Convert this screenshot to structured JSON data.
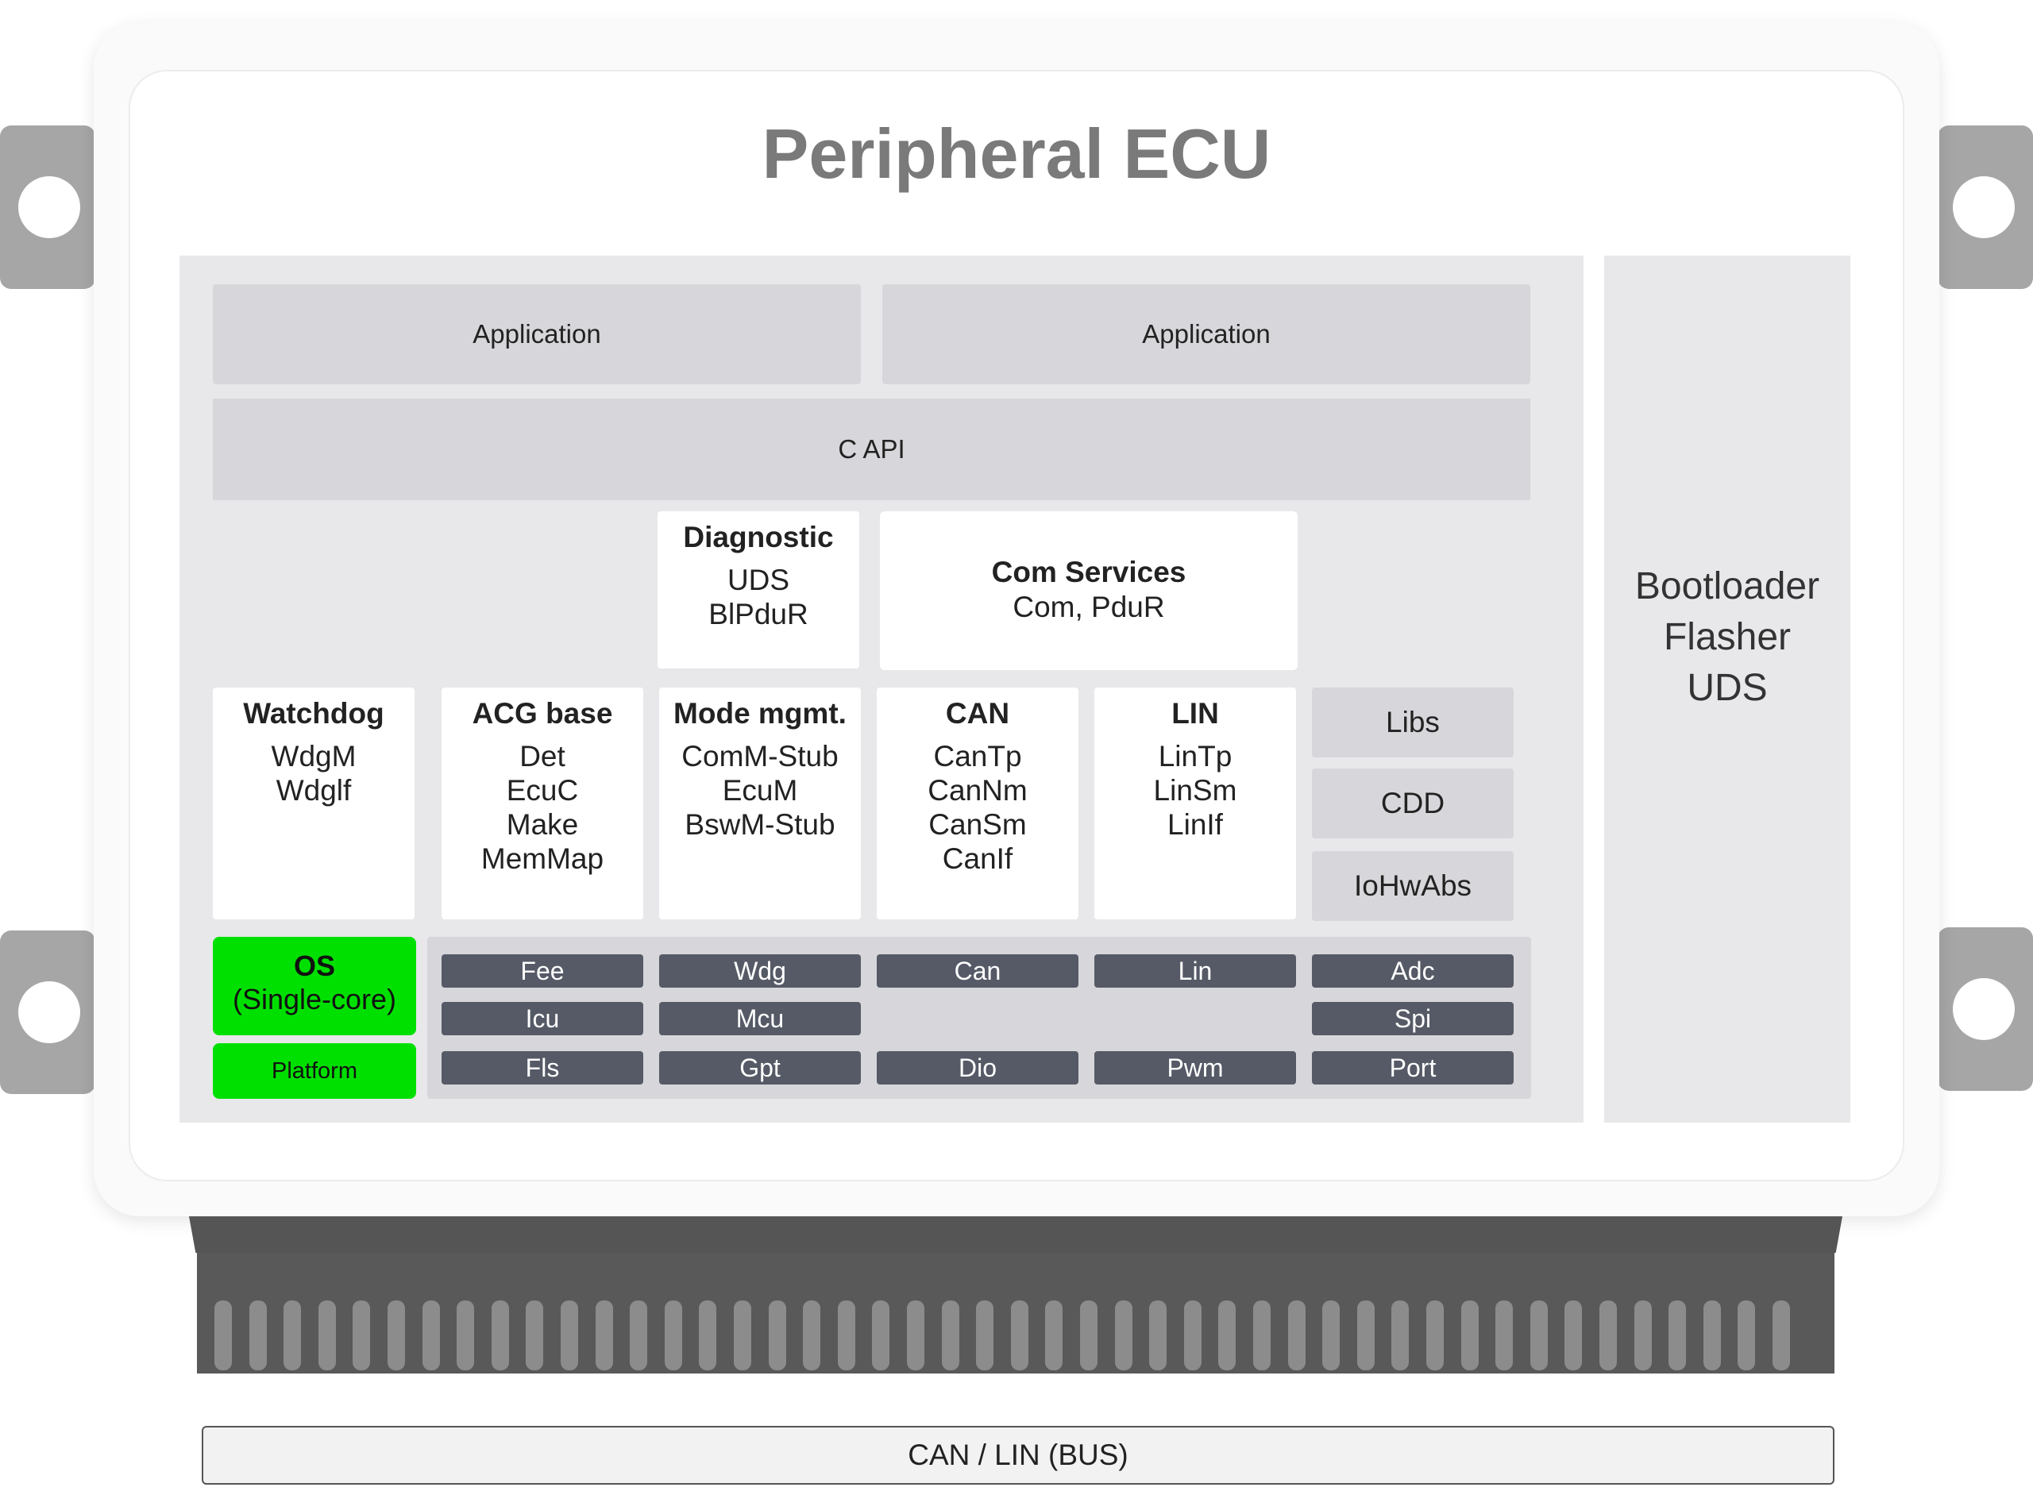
{
  "title": "Peripheral ECU",
  "applications": [
    "Application",
    "Application"
  ],
  "c_api": "C API",
  "diagnostic": {
    "title": "Diagnostic",
    "items": [
      "UDS",
      "BlPduR"
    ]
  },
  "com_services": {
    "title": "Com Services",
    "items": [
      "Com, PduR"
    ]
  },
  "modules": [
    {
      "title": "Watchdog",
      "items": [
        "WdgM",
        "Wdglf"
      ]
    },
    {
      "title": "ACG base",
      "items": [
        "Det",
        "EcuC",
        "Make",
        "MemMap"
      ]
    },
    {
      "title": "Mode mgmt.",
      "items": [
        "ComM-Stub",
        "EcuM",
        "BswM-Stub"
      ]
    },
    {
      "title": "CAN",
      "items": [
        "CanTp",
        "CanNm",
        "CanSm",
        "CanIf"
      ]
    },
    {
      "title": "LIN",
      "items": [
        "LinTp",
        "LinSm",
        "LinIf"
      ]
    }
  ],
  "side_boxes": [
    "Libs",
    "CDD",
    "IoHwAbs"
  ],
  "os": {
    "title": "OS",
    "subtitle": "(Single-core)"
  },
  "platform": "Platform",
  "mcal": {
    "row1": [
      "Fee",
      "Wdg",
      "Can",
      "Lin",
      "Adc"
    ],
    "row2": [
      "Icu",
      "Mcu",
      "Spi"
    ],
    "row3": [
      "Fls",
      "Gpt",
      "Dio",
      "Pwm",
      "Port"
    ]
  },
  "bootloader": [
    "Bootloader",
    "Flasher",
    "UDS"
  ],
  "bus": "CAN / LIN (BUS)",
  "colors": {
    "os_green": "#00e000",
    "mcal_dark": "#555a66",
    "title_grey": "#7a7a7a"
  }
}
